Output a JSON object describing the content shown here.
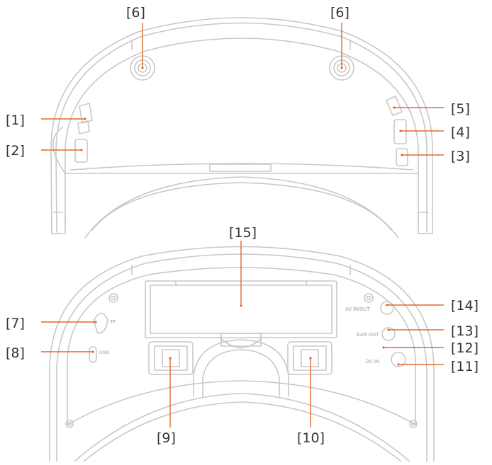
{
  "diagram": {
    "callouts": [
      {
        "id": "c1",
        "label": "[1]"
      },
      {
        "id": "c2",
        "label": "[2]"
      },
      {
        "id": "c3",
        "label": "[3]"
      },
      {
        "id": "c4",
        "label": "[4]"
      },
      {
        "id": "c5",
        "label": "[5]"
      },
      {
        "id": "c6a",
        "label": "[6]"
      },
      {
        "id": "c6b",
        "label": "[6]"
      },
      {
        "id": "c7",
        "label": "[7]"
      },
      {
        "id": "c8",
        "label": "[8]"
      },
      {
        "id": "c9",
        "label": "[9]"
      },
      {
        "id": "c10",
        "label": "[10]"
      },
      {
        "id": "c11",
        "label": "[11]"
      },
      {
        "id": "c12",
        "label": "[12]"
      },
      {
        "id": "c13",
        "label": "[13]"
      },
      {
        "id": "c14",
        "label": "[14]"
      },
      {
        "id": "c15",
        "label": "[15]"
      }
    ],
    "device_labels": {
      "tf": "TF",
      "usb": "USB",
      "av_in_out": "AV IN/OUT",
      "ear_out": "EAR OUT",
      "dc_in": "DC   IN"
    },
    "colors": {
      "leader_line": "#e06a2c",
      "outline": "#c8c8c8",
      "label_text": "#333333"
    }
  }
}
